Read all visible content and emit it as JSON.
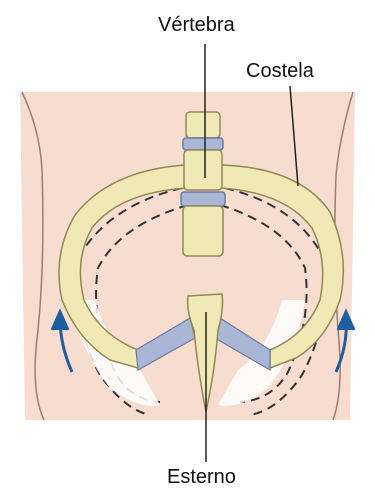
{
  "labels": {
    "vertebra": "Vértebra",
    "costela": "Costela",
    "esterno": "Esterno"
  },
  "colors": {
    "skin": "#f6ddd0",
    "bone": "#f1e9b5",
    "bone_outline": "#8f8a55",
    "cartilage": "#a9b6d6",
    "arrow": "#1e5fa0",
    "dashed_outline": "#333333"
  }
}
